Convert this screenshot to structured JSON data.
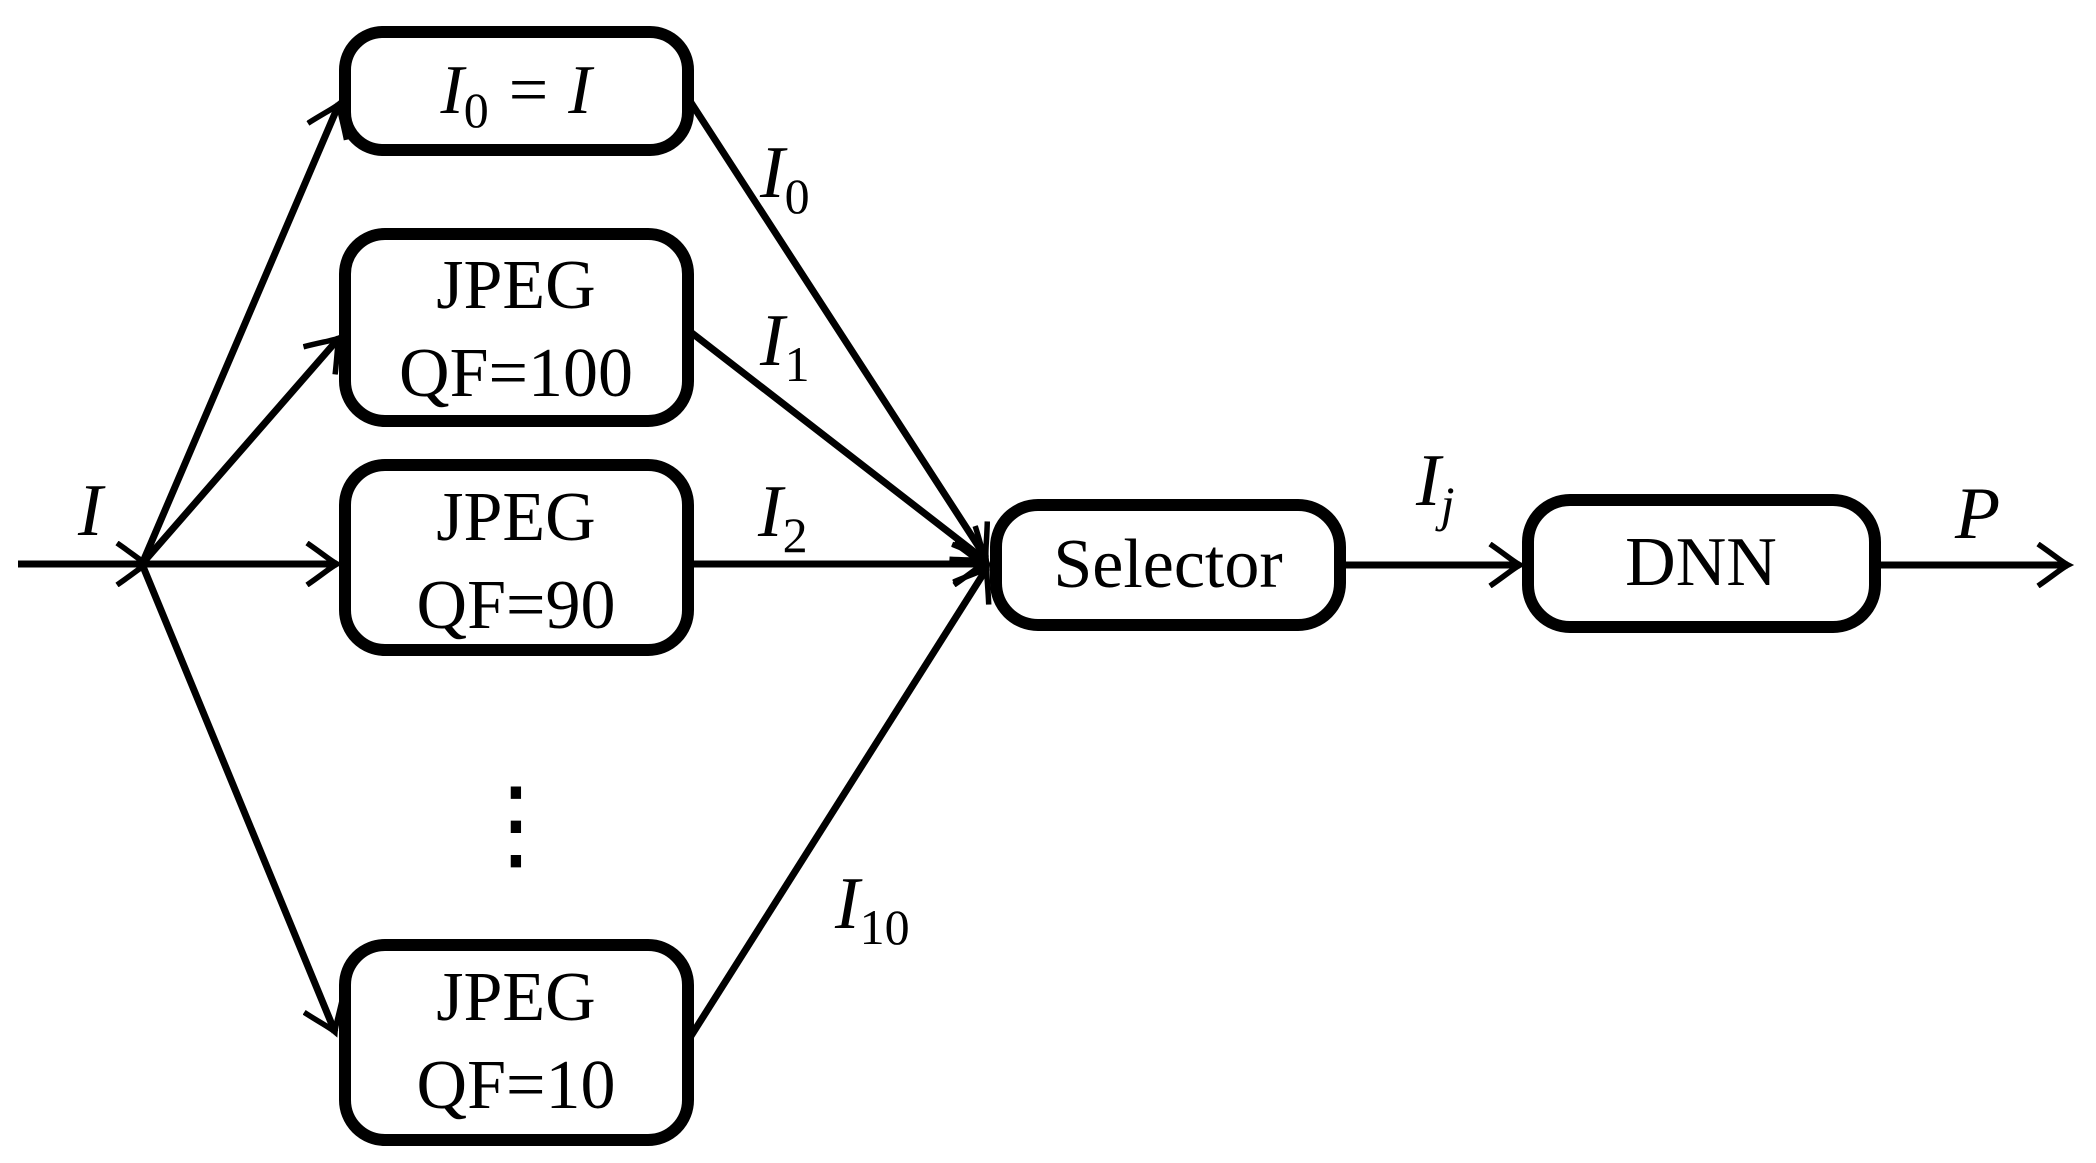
{
  "figure": {
    "colors": {
      "ink": "#000000",
      "background": "#ffffff"
    },
    "input_label": "I",
    "output_label": "P",
    "boxes": {
      "identity": {
        "base": "I",
        "sub": "0",
        "eq": "=",
        "rhs": "I"
      },
      "jpeg100": {
        "line1": "JPEG",
        "line2": "QF=100"
      },
      "jpeg90": {
        "line1": "JPEG",
        "line2": "QF=90"
      },
      "jpeg10": {
        "line1": "JPEG",
        "line2": "QF=10"
      },
      "selector": {
        "label": "Selector"
      },
      "dnn": {
        "label": "DNN"
      }
    },
    "edge_labels": {
      "i0": {
        "base": "I",
        "sub": "0"
      },
      "i1": {
        "base": "I",
        "sub": "1"
      },
      "i2": {
        "base": "I",
        "sub": "2"
      },
      "i10": {
        "base": "I",
        "sub": "10"
      },
      "ij": {
        "base": "I",
        "sub": "j"
      }
    },
    "ellipsis": "⋮"
  }
}
